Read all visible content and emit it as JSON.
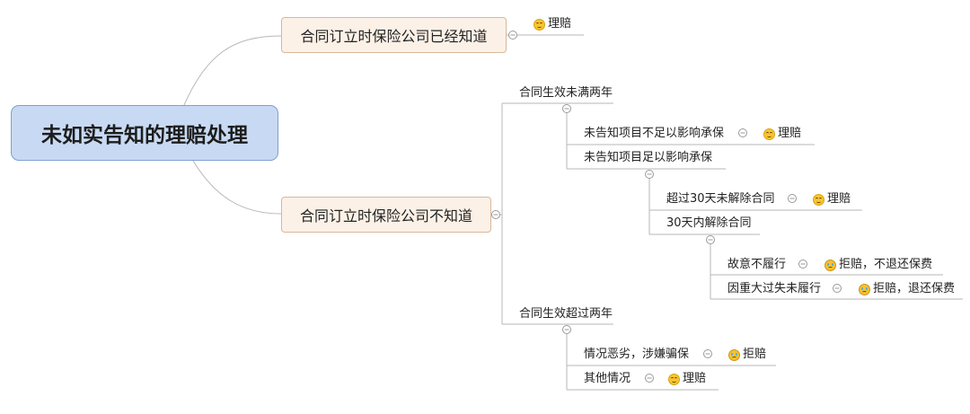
{
  "root": {
    "label": "未如实告知的理赔处理"
  },
  "branch_known": {
    "label": "合同订立时保险公司已经知道",
    "outcome": "理赔"
  },
  "branch_unknown": {
    "label": "合同订立时保险公司不知道"
  },
  "under_two_years": {
    "label": "合同生效未满两年",
    "not_affecting": {
      "label": "未告知项目不足以影响承保",
      "outcome": "理赔"
    },
    "affecting": {
      "label": "未告知项目足以影响承保",
      "over_30_days": {
        "label": "超过30天未解除合同",
        "outcome": "理赔"
      },
      "within_30_days": {
        "label": "30天内解除合同",
        "intentional": {
          "label": "故意不履行",
          "outcome": "拒赔，不退还保费"
        },
        "gross_negligence": {
          "label": "因重大过失未履行",
          "outcome": "拒赔，退还保费"
        }
      }
    }
  },
  "over_two_years": {
    "label": "合同生效超过两年",
    "fraud": {
      "label": "情况恶劣，涉嫌骗保",
      "outcome": "拒赔"
    },
    "other": {
      "label": "其他情况",
      "outcome": "理赔"
    }
  },
  "colors": {
    "root_fill": "#c8daf3",
    "branch_fill": "#fcf1e7",
    "line": "#b7b7b7"
  },
  "icons": {
    "approve": "smile-face-icon",
    "reject": "sad-face-icon",
    "collapse": "collapse-circle-icon"
  }
}
